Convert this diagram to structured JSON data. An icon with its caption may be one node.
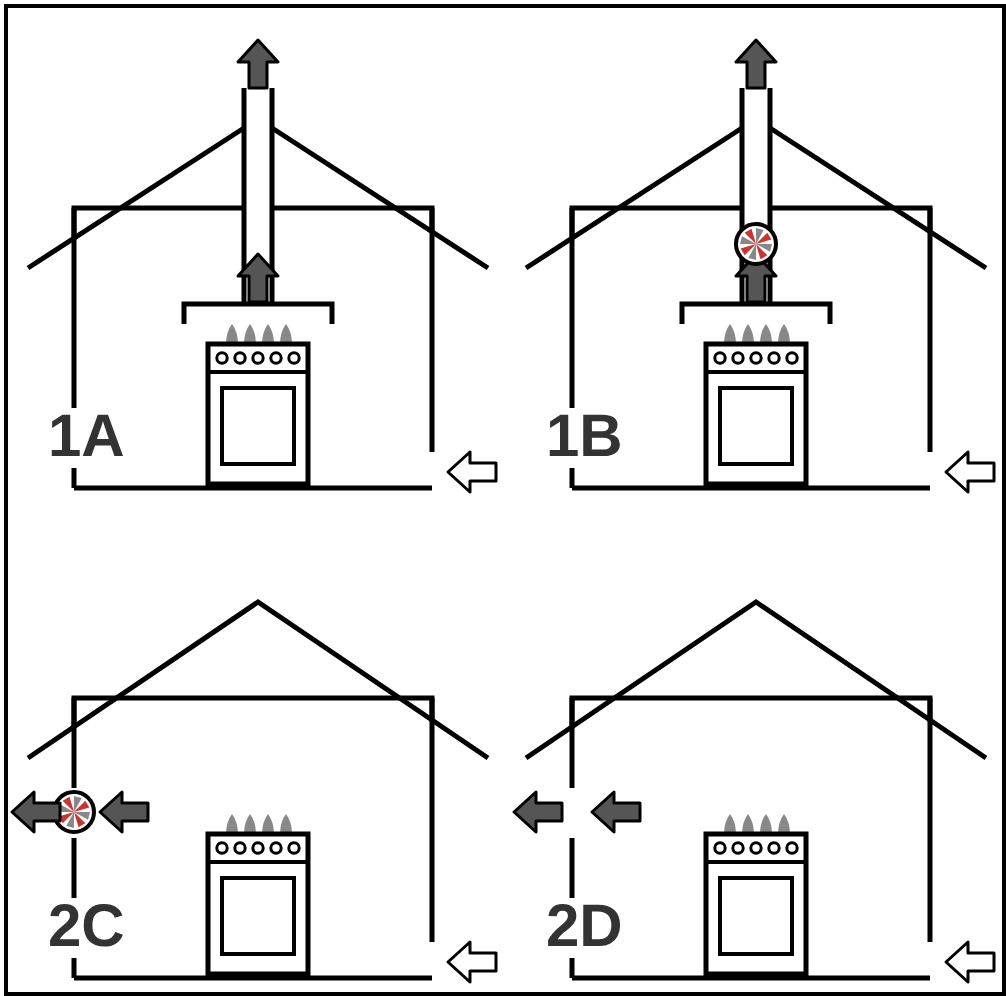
{
  "diagram": {
    "labels": [
      "1A",
      "1B",
      "2C",
      "2D"
    ]
  }
}
